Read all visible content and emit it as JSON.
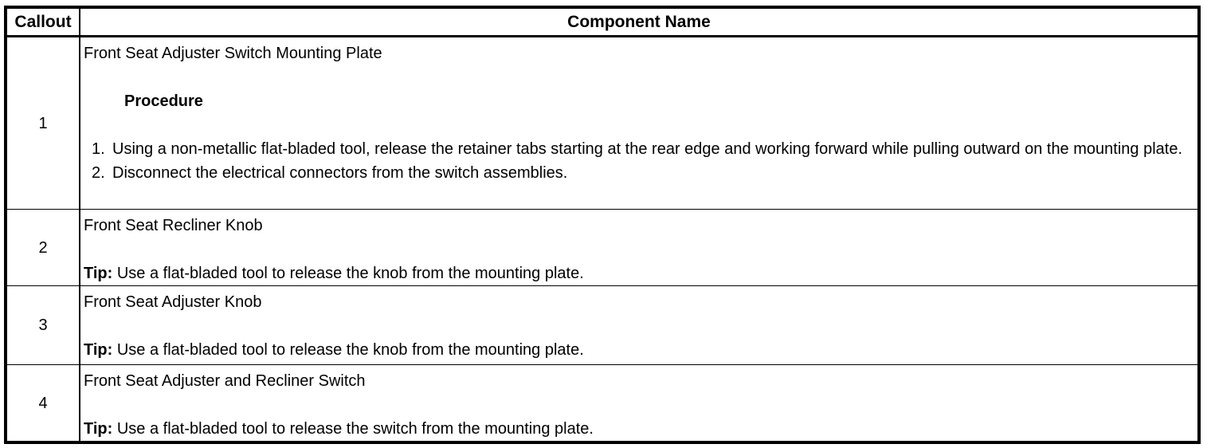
{
  "table": {
    "header": {
      "callout": "Callout",
      "component": "Component Name"
    },
    "rows": [
      {
        "callout": "1",
        "title": "Front Seat Adjuster Switch Mounting Plate",
        "procedure_heading": "Procedure",
        "steps": [
          {
            "num": "1.",
            "text": "Using a non-metallic flat-bladed tool, release the retainer tabs starting at the rear edge and working forward while pulling outward on the mounting plate."
          },
          {
            "num": "2.",
            "text": "Disconnect the electrical connectors from the switch assemblies."
          }
        ]
      },
      {
        "callout": "2",
        "title": "Front Seat Recliner Knob",
        "tip_label": "Tip:",
        "tip_text": " Use a flat-bladed tool to release the knob from the mounting plate."
      },
      {
        "callout": "3",
        "title": "Front Seat Adjuster Knob",
        "tip_label": "Tip:",
        "tip_text": " Use a flat-bladed tool to release the knob from the mounting plate."
      },
      {
        "callout": "4",
        "title": "Front Seat Adjuster and Recliner Switch",
        "tip_label": "Tip:",
        "tip_text": " Use a flat-bladed tool to release the switch from the mounting plate."
      }
    ]
  }
}
